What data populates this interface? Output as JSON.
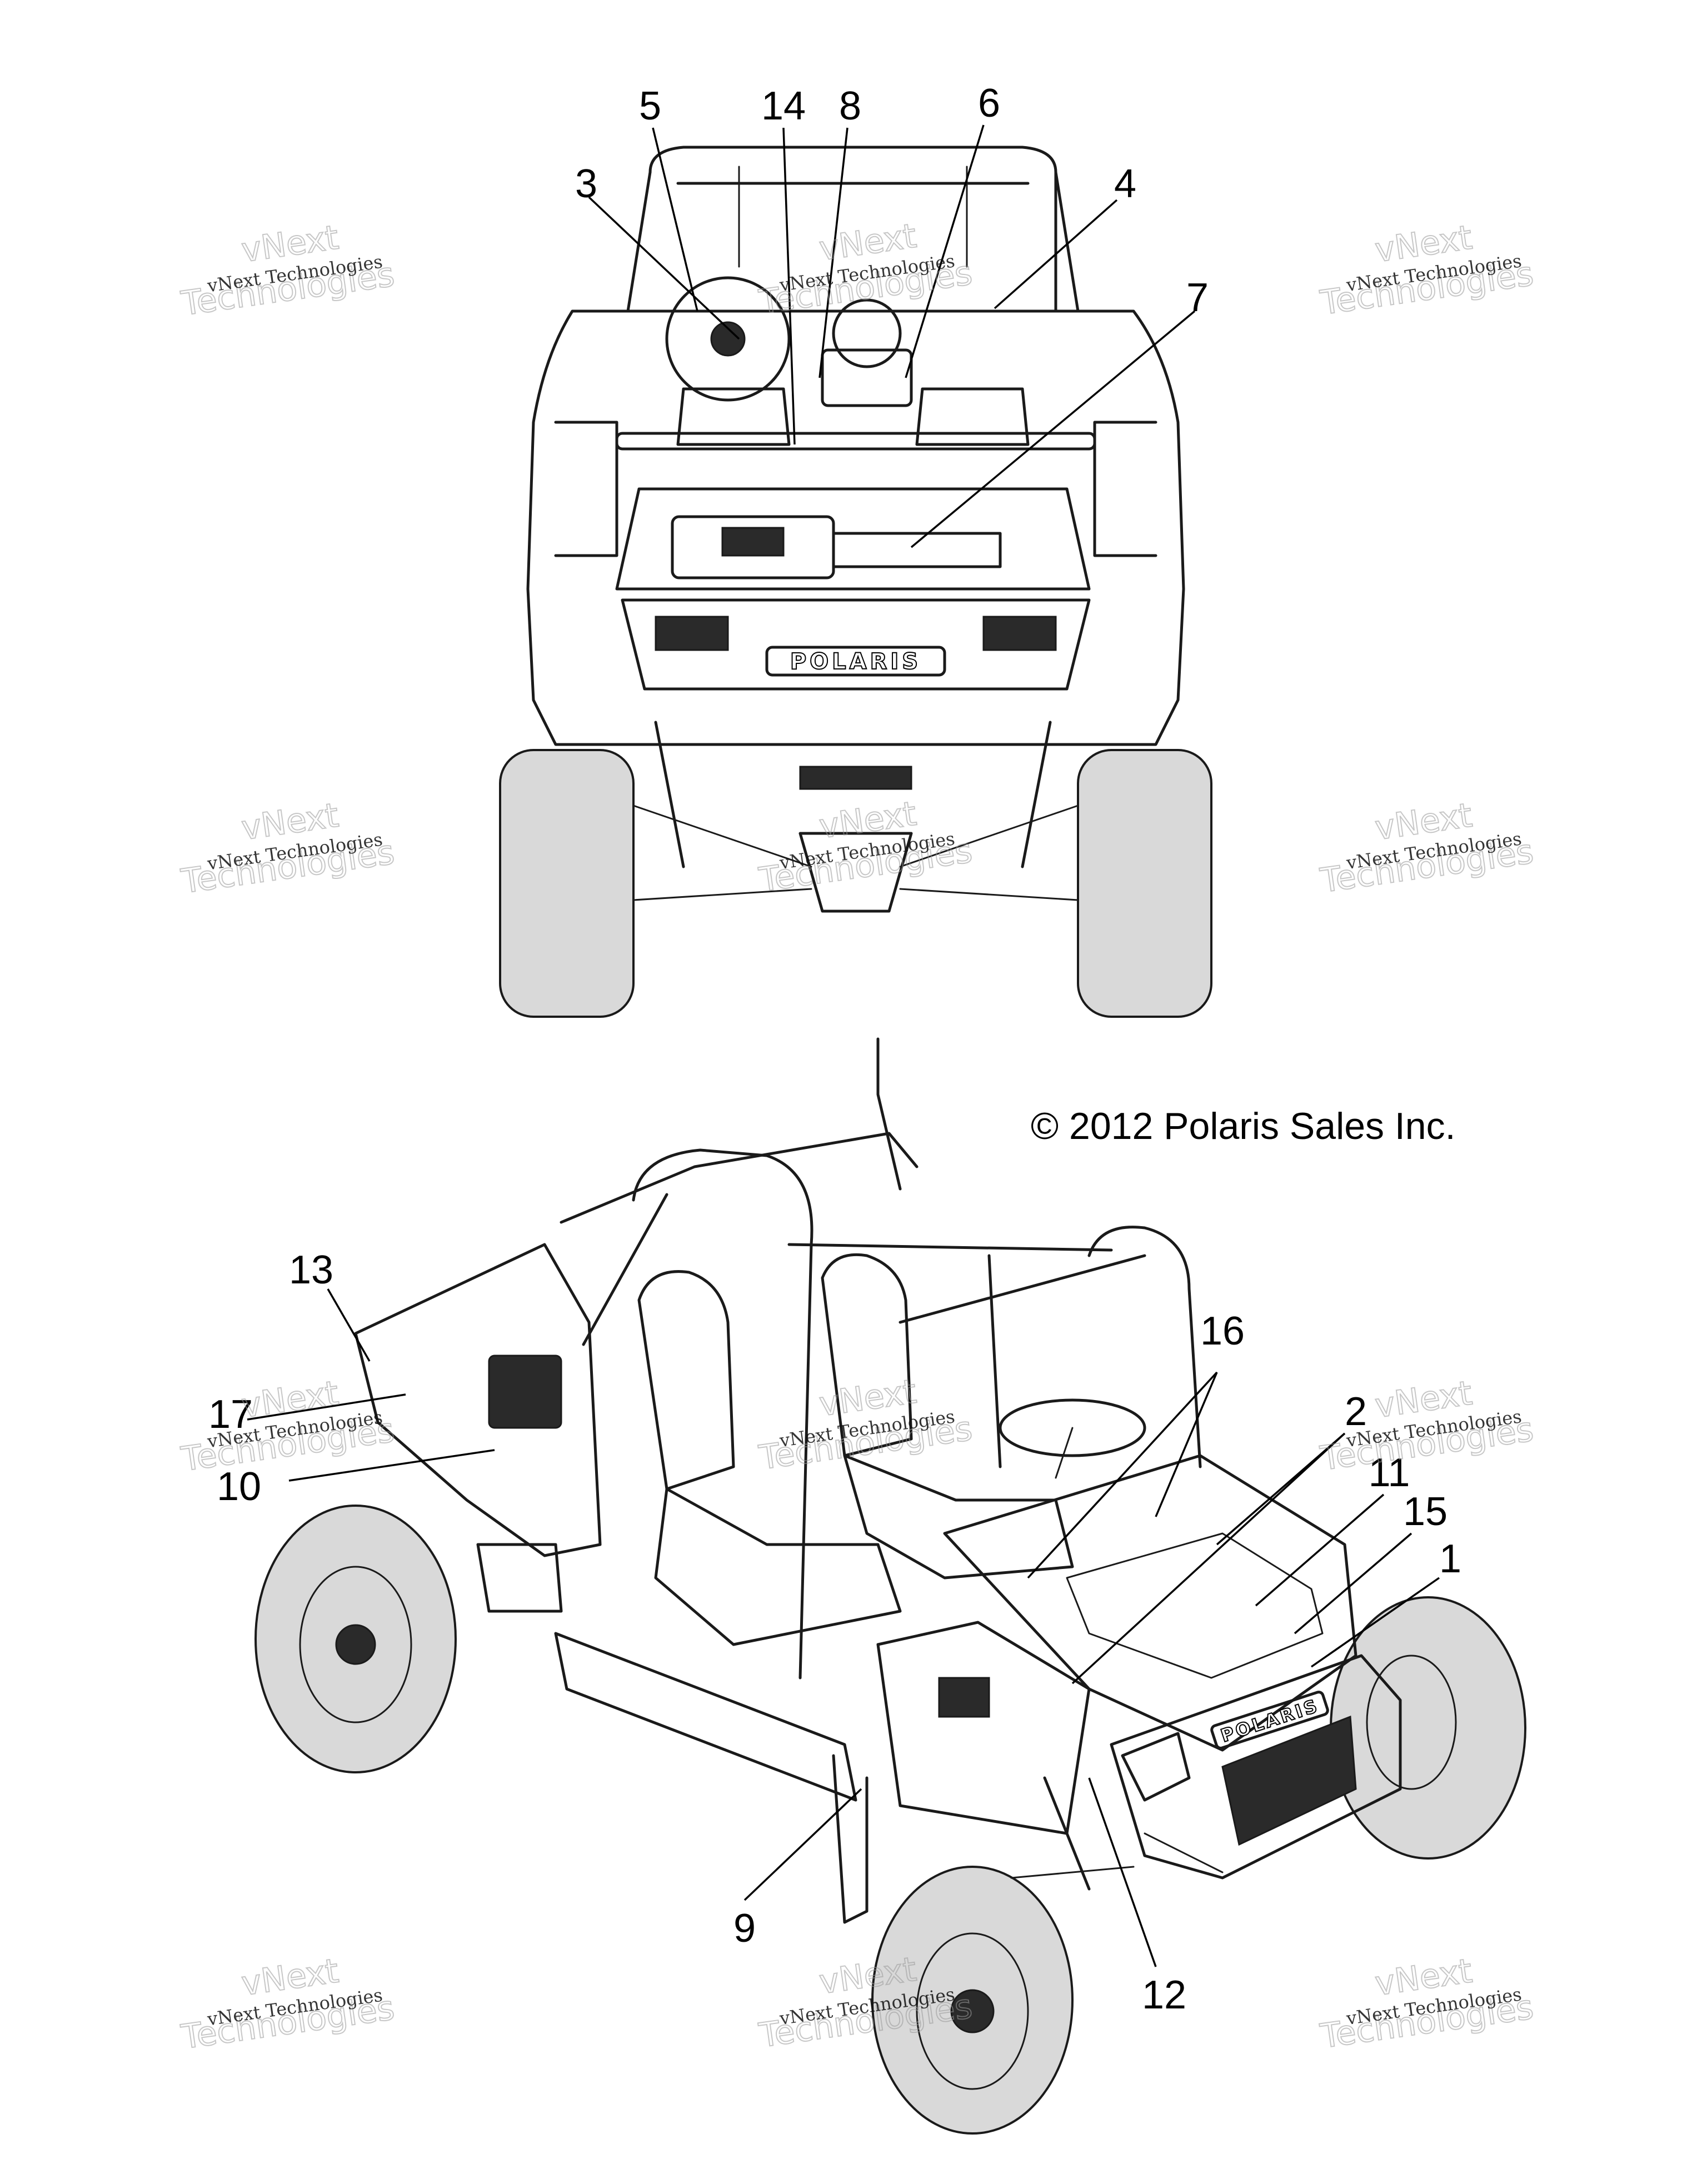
{
  "copyright": "© 2012 Polaris Sales Inc.",
  "brand_badge": "POLARIS",
  "watermark": {
    "line_small": "vNext Technologies",
    "big_top": "vNext",
    "big_bottom": "Technologies"
  },
  "callouts": {
    "c1": "1",
    "c2": "2",
    "c3": "3",
    "c4": "4",
    "c5": "5",
    "c6": "6",
    "c7": "7",
    "c8": "8",
    "c9": "9",
    "c10": "10",
    "c11": "11",
    "c12": "12",
    "c13": "13",
    "c14": "14",
    "c15": "15",
    "c16": "16",
    "c17": "17"
  }
}
